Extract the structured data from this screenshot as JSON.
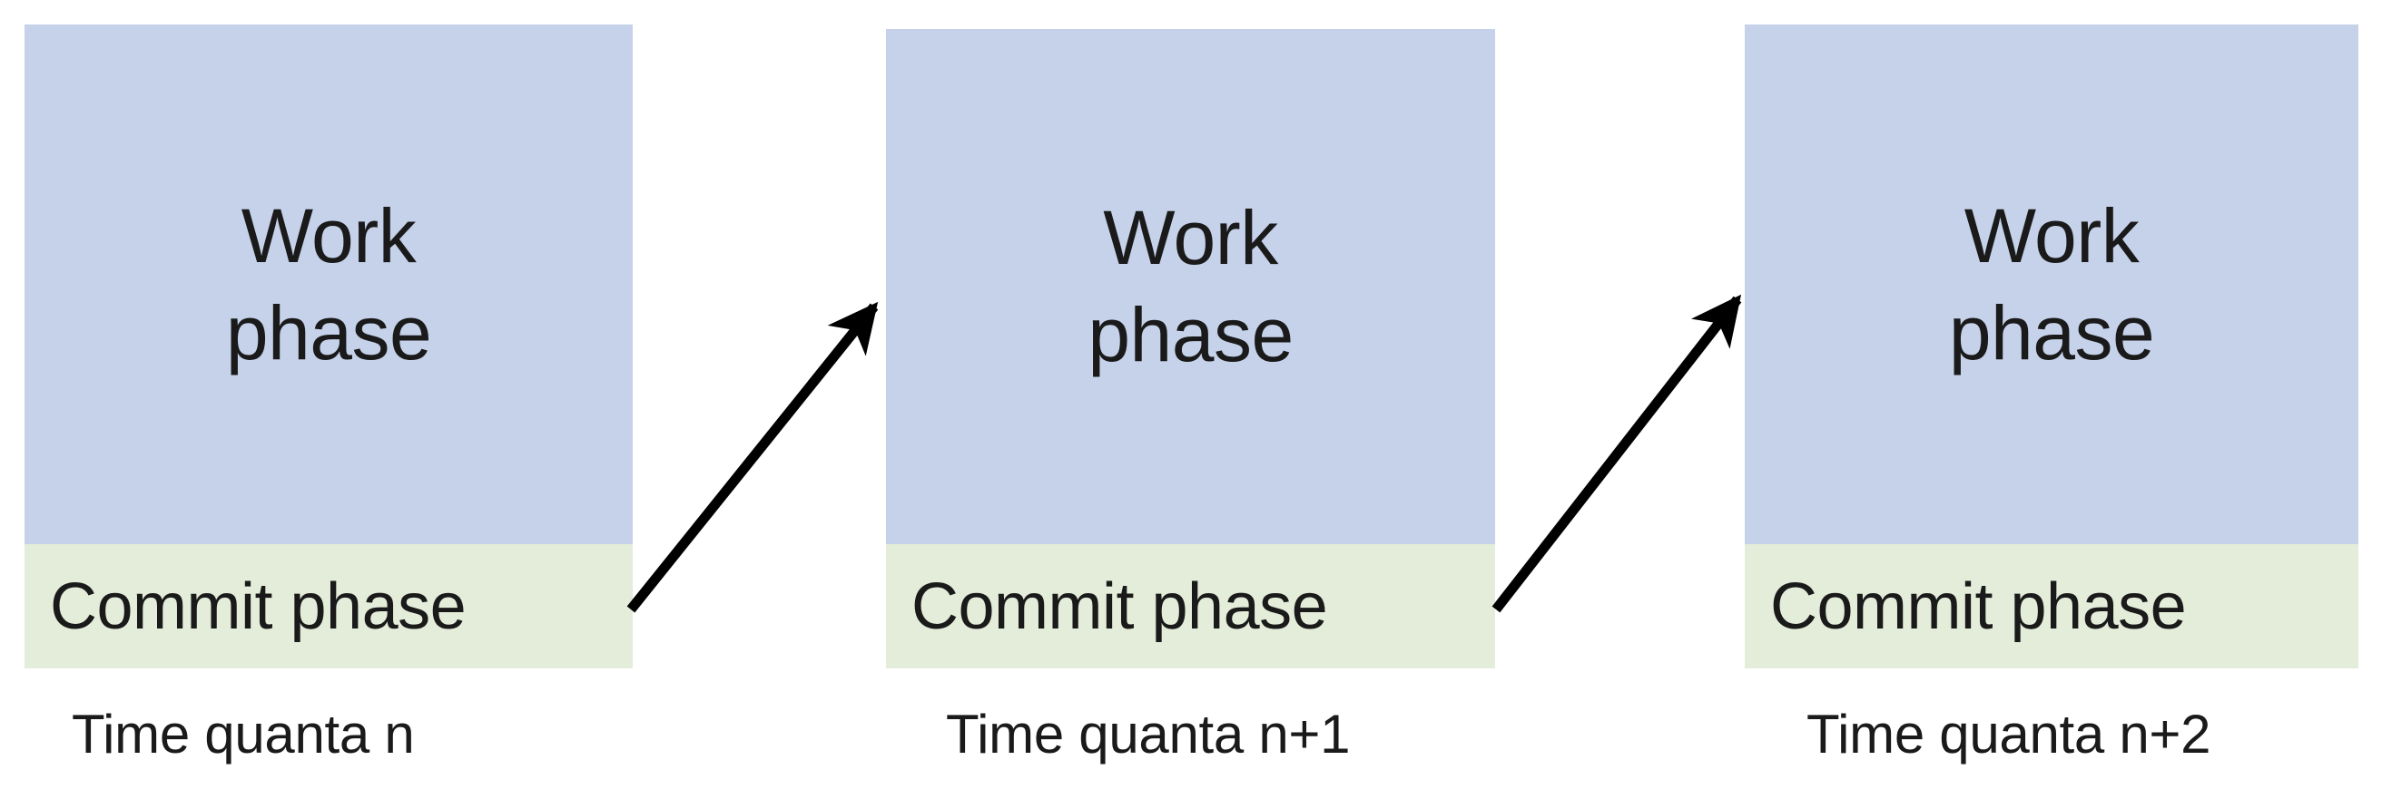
{
  "diagram": {
    "title": "Time quanta work and commit phase timeline",
    "background_color": "#ffffff",
    "work_phase_color": "#c5d2ea",
    "commit_phase_color": "#e3edd9",
    "arrow_color": "#000000",
    "blocks": [
      {
        "id": "n",
        "work_phase_line1": "Work",
        "work_phase_line2": "phase",
        "commit_phase_label": "Commit phase",
        "time_label": "Time quanta n"
      },
      {
        "id": "n+1",
        "work_phase_line1": "Work",
        "work_phase_line2": "phase",
        "commit_phase_label": "Commit phase",
        "time_label": "Time quanta n+1"
      },
      {
        "id": "n+2",
        "work_phase_line1": "Work",
        "work_phase_line2": "phase",
        "commit_phase_label": "Commit phase",
        "time_label": "Time quanta n+2"
      }
    ],
    "arrows": [
      {
        "from": "commit phase of time quanta n",
        "to": "work phase of time quanta n+1"
      },
      {
        "from": "commit phase of time quanta n+1",
        "to": "work phase of time quanta n+2"
      }
    ]
  }
}
